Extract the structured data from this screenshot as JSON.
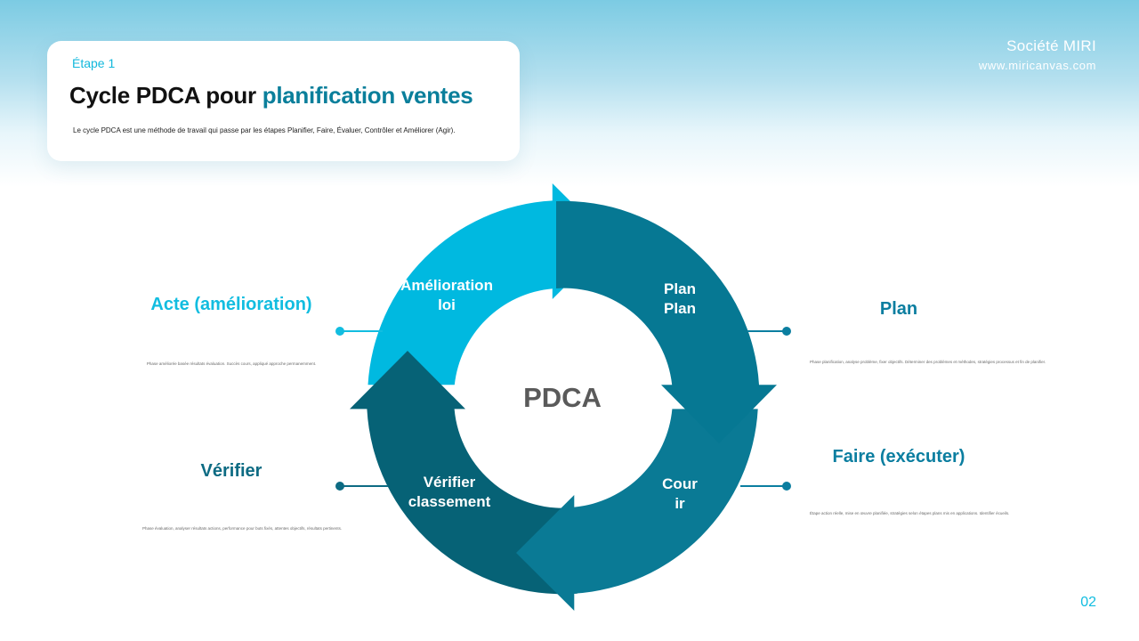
{
  "brand": {
    "name": "Société MIRI",
    "url": "www.miricanvas.com"
  },
  "header": {
    "step": "Étape 1",
    "title_prefix": "Cycle PDCA pour ",
    "title_accent": "planification ventes",
    "description": "Le cycle PDCA est une méthode de travail qui passe par les étapes Planifier, Faire, Évaluer, Contrôler et Améliorer (Agir)."
  },
  "cycle": {
    "center": "PDCA",
    "segments": {
      "act": {
        "line1": "Amélioration",
        "line2": "loi"
      },
      "plan": {
        "line1": "Plan",
        "line2": "Plan"
      },
      "do": {
        "line1": "Cour",
        "line2": "ir"
      },
      "check": {
        "line1": "Vérifier",
        "line2": "classement"
      }
    }
  },
  "sides": {
    "act": {
      "title": "Acte (amélioration)",
      "desc": "Phase améliorée basée résultats évaluation. Succès cours, appliqué approche permanemment."
    },
    "plan": {
      "title": "Plan",
      "desc": "Phase planification, analyse problème, fixer objectifs. Déterminer des problèmes et méthodes, stratégies processus et fin de planifier."
    },
    "check": {
      "title": "Vérifier",
      "desc": "Phase évaluation, analyser résultats actions, performance pour buts fixés, attentes objectifs, résultats pertinents."
    },
    "do": {
      "title": "Faire (exécuter)",
      "desc": "Étape action réelle, mise en œuvre planifiée, stratégies selon étapes plans mis en applications. Identifier écueils."
    }
  },
  "colors": {
    "light": "#00b9e0",
    "blue": "#067893",
    "teal": "#0a6b84",
    "dark": "#066276"
  },
  "page_number": "02"
}
